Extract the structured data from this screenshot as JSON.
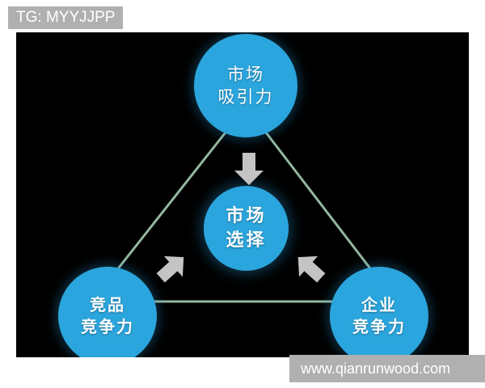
{
  "watermarks": {
    "top_left": "TG: MYYJJPP",
    "bottom_right": "www.qianrunwood.com"
  },
  "diagram": {
    "background_color": "#000000",
    "node_color": "#2ba5dd",
    "connector_color": "#93b79e",
    "arrow_color": "#c4c4c4",
    "text_color": "#ffffff",
    "nodes": [
      {
        "id": "top",
        "line1": "市场",
        "line2": "吸引力"
      },
      {
        "id": "center",
        "line1": "市场",
        "line2": "选择"
      },
      {
        "id": "left",
        "line1": "竞品",
        "line2": "竞争力"
      },
      {
        "id": "right",
        "line1": "企业",
        "line2": "竞争力"
      }
    ],
    "arrows": [
      {
        "id": "top",
        "direction": "down",
        "label": "arrow-down"
      },
      {
        "id": "left",
        "direction": "up-right",
        "label": "arrow-up-right"
      },
      {
        "id": "right",
        "direction": "up-left",
        "label": "arrow-up-left"
      }
    ]
  }
}
